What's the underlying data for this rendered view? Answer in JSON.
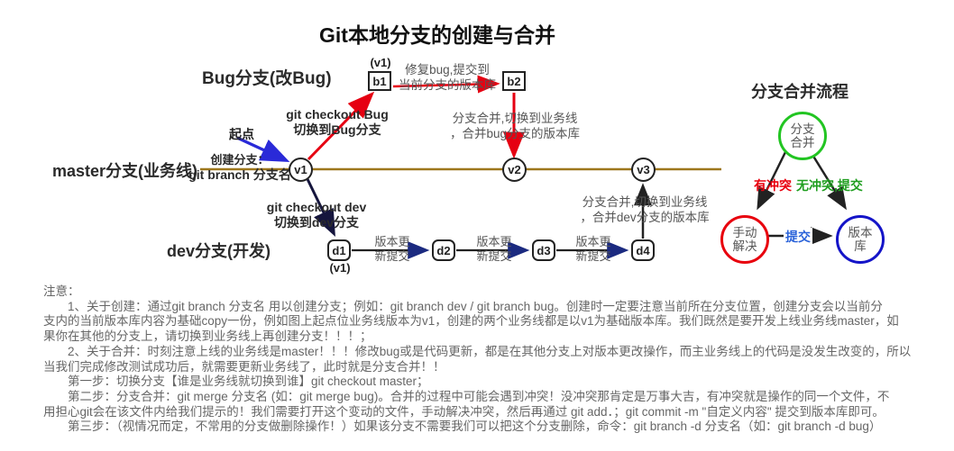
{
  "title": "Git本地分支的创建与合并",
  "diagram": {
    "bug_branch_label": "Bug分支(改Bug)",
    "master_branch_label": "master分支(业务线)",
    "dev_branch_label": "dev分支(开发)",
    "nodes": {
      "v1": "v1",
      "v2": "v2",
      "v3": "v3",
      "b1": "b1",
      "b2": "b2",
      "d1": "d1",
      "d2": "d2",
      "d3": "d3",
      "d4": "d4"
    },
    "b1_version_note": "(v1)",
    "d1_version_note": "(v1)",
    "origin_label": "起点",
    "create_branch_line1": "创建分支：",
    "create_branch_line2": "git branch 分支名",
    "checkout_bug_line1": "git checkout Bug",
    "checkout_bug_line2": "切换到Bug分支",
    "checkout_dev_line1": "git checkout dev",
    "checkout_dev_line2": "切换到dev分支",
    "fix_bug_line1": "修复bug,提交到",
    "fix_bug_line2": "当前分支的版本库",
    "merge_bug_line1": "分支合并,切换到业务线",
    "merge_bug_line2": "，合并bug分支的版本库",
    "merge_dev_line1": "分支合并,切换到业务线",
    "merge_dev_line2": "，合并dev分支的版本库",
    "commit_label_line1": "版本更",
    "commit_label_line2": "新提交"
  },
  "flow": {
    "title": "分支合并流程",
    "merge_node_line1": "分支",
    "merge_node_line2": "合并",
    "manual_node_line1": "手动",
    "manual_node_line2": "解决",
    "repo_node_line1": "版本",
    "repo_node_line2": "库",
    "conflict_label": "有冲突",
    "no_conflict_label": "无冲突,提交",
    "commit_label": "提交"
  },
  "notes": {
    "lines": [
      "注意：",
      "　　1、关于创建：通过git branch 分支名 用以创建分支；例如：git branch dev / git branch bug。创建时一定要注意当前所在分支位置，创建分支会以当前分",
      "支内的当前版本库内容为基础copy一份，例如图上起点位业务线版本为v1，创建的两个业务线都是以v1为基础版本库。我们既然是要开发上线业务线master，如",
      "果你在其他的分支上，请切换到业务线上再创建分支！！！；",
      "　　2、关于合并：时刻注意上线的业务线是master！！！修改bug或是代码更新，都是在其他分支上对版本更改操作，而主业务线上的代码是没发生改变的，所以",
      "当我们完成修改测试成功后，就需要更新业务线了，此时就是分支合并！！",
      "　　第一步：切换分支【谁是业务线就切换到谁】git checkout master；",
      "　　第二步：分支合并：git merge 分支名 (如：git merge bug)。合并的过程中可能会遇到冲突！没冲突那肯定是万事大吉，有冲突就是操作的同一个文件，不",
      "用担心git会在该文件内给我们提示的！我们需要打开这个变动的文件，手动解决冲突，然后再通过 git add．；git commit -m \"自定义内容\" 提交到版本库即可。",
      "　　第三步：（视情况而定，不常用的分支做删除操作！）如果该分支不需要我们可以把这个分支删除，命令：git branch -d 分支名（如：git branch -d bug）"
    ]
  },
  "colors": {
    "master_line": "#9d771d",
    "red": "#e60012",
    "blue": "#2a2ad8",
    "dark": "#15153d",
    "navy": "#1b2a80",
    "black": "#222222",
    "flow_green": "#22c522",
    "flow_red": "#e8000d",
    "flow_blue": "#1414c8",
    "label_green": "#1f9e1f",
    "commit_blue": "#2a62d9"
  }
}
